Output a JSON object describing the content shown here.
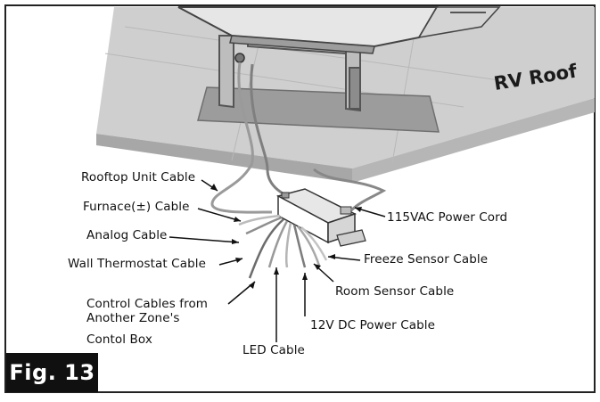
{
  "figure": {
    "tag": "Fig. 13",
    "roof_label": "RV Roof"
  },
  "labels": {
    "rooftop_unit_cable": "Rooftop Unit Cable",
    "furnace_cable": "Furnace(±) Cable",
    "analog_cable": "Analog Cable",
    "wall_thermostat_cable": "Wall Thermostat Cable",
    "control_cables_line1": "Control Cables from",
    "control_cables_line2": "Another Zone's",
    "control_cables_line3": "Contol Box",
    "led_cable": "LED Cable",
    "power_cord": "115VAC Power Cord",
    "freeze_sensor_cable": "Freeze Sensor Cable",
    "room_sensor_cable": "Room Sensor Cable",
    "dc_power_cable": "12V DC Power Cable"
  },
  "colors": {
    "frame": "#1a1a1a",
    "roof_fill": "#c9c9c9",
    "roof_dark": "#a9a9a9",
    "cable": "#8a8a8a",
    "tag_bg": "#101010"
  }
}
